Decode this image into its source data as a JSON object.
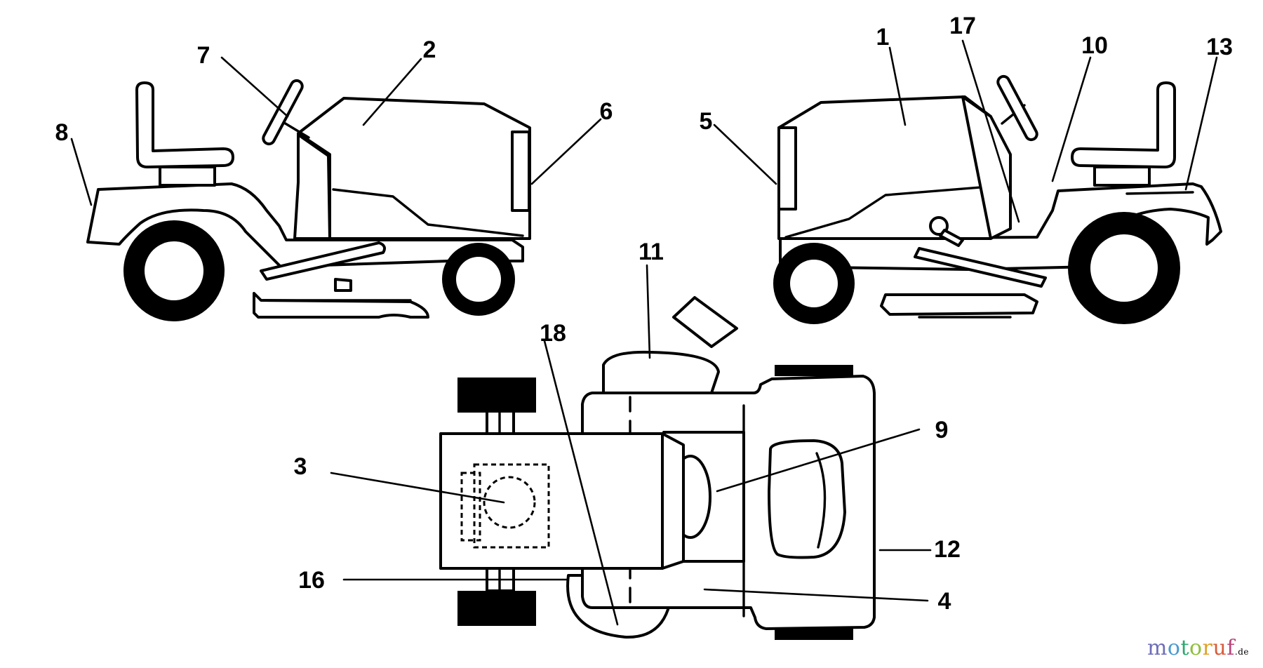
{
  "diagram": {
    "callouts": {
      "c1": "1",
      "c2": "2",
      "c3": "3",
      "c4": "4",
      "c5": "5",
      "c6": "6",
      "c7": "7",
      "c8": "8",
      "c9": "9",
      "c10": "10",
      "c11": "11",
      "c12": "12",
      "c13": "13",
      "c16": "16",
      "c17": "17",
      "c18": "18"
    }
  },
  "watermark": {
    "letters": [
      "m",
      "o",
      "t",
      "o",
      "r",
      "u",
      "f"
    ],
    "colors": [
      "#6d6db8",
      "#4a9bd0",
      "#2ca86e",
      "#8fbf3a",
      "#e0a12a",
      "#d95c3a",
      "#b8447a"
    ],
    "suffix": ".de"
  }
}
